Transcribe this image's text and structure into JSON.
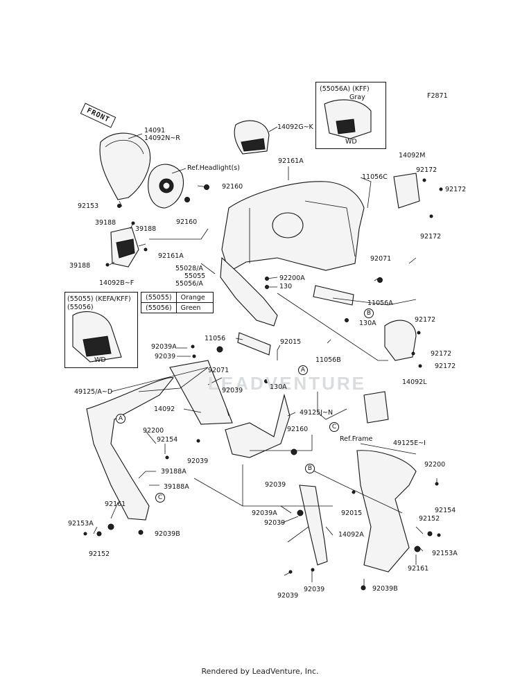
{
  "figure_code": "F2871",
  "front_label": "FRONT",
  "watermark": "LEADVENTURE",
  "footer": "Rendered by LeadVenture, Inc.",
  "inset_top": {
    "label": "(55056A)  (KFF)",
    "color_note": "Gray",
    "variant": "WD"
  },
  "inset_left": {
    "line1": "(55055) (KEFA/KFF)",
    "line2": "(55056)",
    "variant": "WD"
  },
  "color_legend": [
    {
      "code": "(55055)",
      "color": "Orange"
    },
    {
      "code": "(55056)",
      "color": "Green"
    }
  ],
  "callouts": {
    "a": "A",
    "b": "B",
    "c": "C"
  },
  "parts": {
    "p14091": "14091",
    "p14092nr": "14092N~R",
    "ref_headlight": "Ref.Headlight(s)",
    "p92160_1": "92160",
    "p92160_2": "92160",
    "p92153": "92153",
    "p39188_1": "39188",
    "p39188_2": "39188",
    "p39188_3": "39188",
    "p14092bf": "14092B~F",
    "p14092gk": "14092G~K",
    "p92161a": "92161A",
    "p92161a_2": "92161A",
    "p55028": "55028/A",
    "p55055": "55055",
    "p55056": "55056/A",
    "p92200a": "92200A",
    "p130": "130",
    "p14092m": "14092M",
    "p11056c": "11056C",
    "p92172_1": "92172",
    "p92172_2": "92172",
    "p92172_3": "92172",
    "p92071_1": "92071",
    "p11056a": "11056A",
    "p130a_1": "130A",
    "p92172_4": "92172",
    "p92172_5": "92172",
    "p92172_6": "92172",
    "p11056": "11056",
    "p92015_1": "92015",
    "p11056b": "11056B",
    "p14092l": "14092L",
    "p92039a_1": "92039A",
    "p92039_1": "92039",
    "p92071_2": "92071",
    "p130a_2": "130A",
    "p49125ad": "49125/A~D",
    "p14092": "14092",
    "p92039_2": "92039",
    "p49125jn": "49125J~N",
    "ref_frame": "Ref.Frame",
    "p92200": "92200",
    "p92154_1": "92154",
    "p92039_3": "92039",
    "p92160_3": "92160",
    "p39188a_1": "39188A",
    "p39188a_2": "39188A",
    "p92161_1": "92161",
    "p92153a_1": "92153A",
    "p92152_1": "92152",
    "p92039b_1": "92039B",
    "p49125ei": "49125E~I",
    "p92200_2": "92200",
    "p92154_2": "92154",
    "p92039_4": "92039",
    "p92039a_2": "92039A",
    "p92039_5": "92039",
    "p92015_2": "92015",
    "p14092a": "14092A",
    "p92152_2": "92152",
    "p92153a_2": "92153A",
    "p92161_2": "92161",
    "p92039_6": "92039",
    "p92039_7": "92039",
    "p92039b_2": "92039B"
  }
}
